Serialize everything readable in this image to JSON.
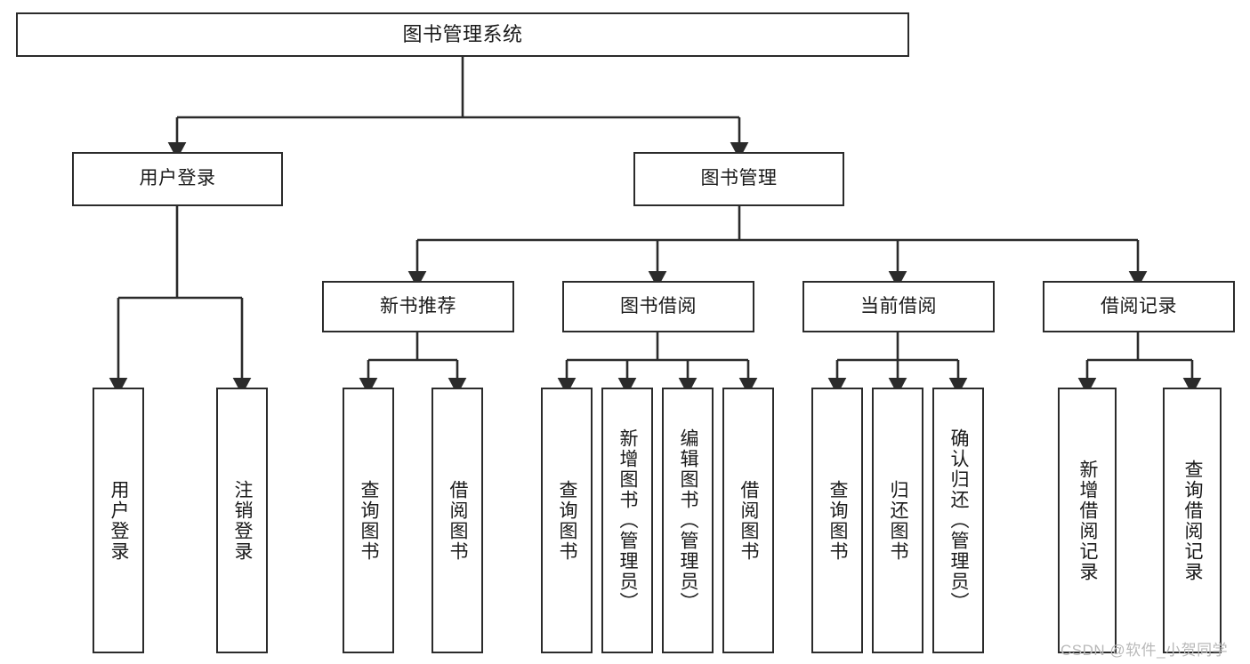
{
  "diagram": {
    "title": "图书管理系统",
    "type": "hierarchy-tree",
    "stroke_color": "#2b2b2b",
    "fill_color": "#ffffff",
    "text_color": "#1a1a1a"
  },
  "nodes": {
    "root": {
      "label": "图书管理系统"
    },
    "level2": [
      {
        "label": "用户登录"
      },
      {
        "label": "图书管理"
      }
    ],
    "level3": [
      {
        "label": "新书推荐"
      },
      {
        "label": "图书借阅"
      },
      {
        "label": "当前借阅"
      },
      {
        "label": "借阅记录"
      }
    ],
    "leaves": {
      "user_login": [
        {
          "label": "用户登录"
        },
        {
          "label": "注销登录"
        }
      ],
      "new_book": [
        {
          "label": "查询图书"
        },
        {
          "label": "借阅图书"
        }
      ],
      "book_borrow": [
        {
          "label": "查询图书"
        },
        {
          "label": "新增图书（管理员）"
        },
        {
          "label": "编辑图书（管理员）"
        },
        {
          "label": "借阅图书"
        }
      ],
      "current_borrow": [
        {
          "label": "查询图书"
        },
        {
          "label": "归还图书"
        },
        {
          "label": "确认归还（管理员）"
        }
      ],
      "borrow_record": [
        {
          "label": "新增借阅记录"
        },
        {
          "label": "查询借阅记录"
        }
      ]
    }
  },
  "watermark": {
    "text": "CSDN @软件_小贺同学"
  }
}
